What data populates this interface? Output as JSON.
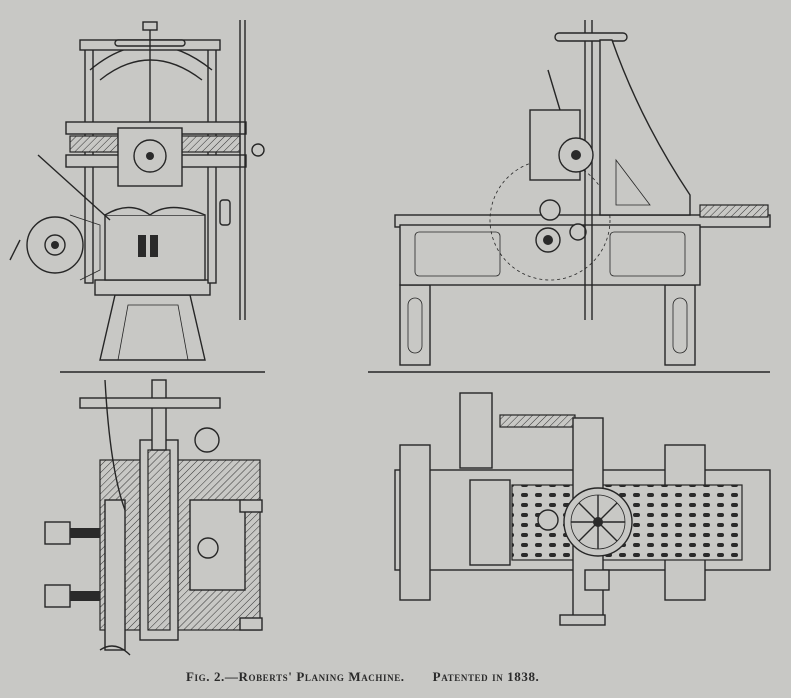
{
  "figure": {
    "caption_title": "Fig. 2.—Roberts' Planing Machine.",
    "caption_note": "Patented in 1838.",
    "views": [
      "front-elevation",
      "side-elevation",
      "sectional-detail",
      "plan-view"
    ]
  },
  "colors": {
    "paper": "#c8c8c5",
    "ink": "#262626"
  }
}
